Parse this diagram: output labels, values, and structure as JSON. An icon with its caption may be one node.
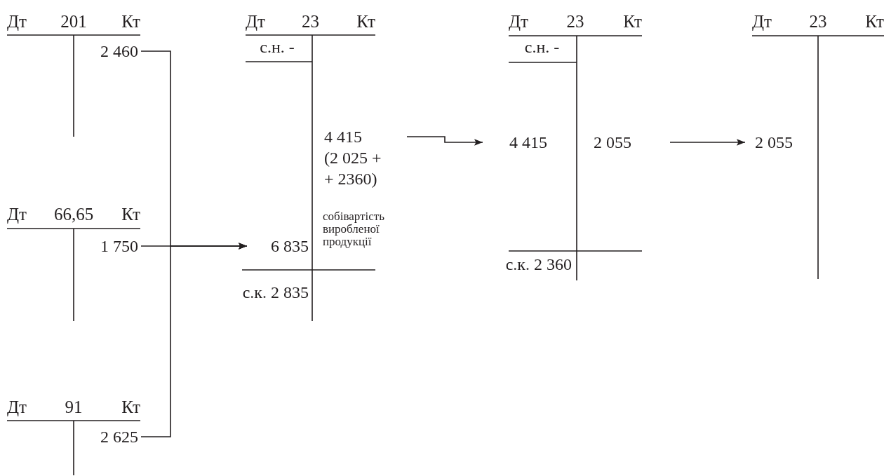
{
  "diagram": {
    "nodes": [
      {
        "text": [
          "Дт",
          "201",
          "Кт"
        ]
      },
      {
        "text": [
          "2 460"
        ],
        "in": 0
      },
      {
        "text": [
          "Дт",
          "66,65",
          "Кт"
        ]
      },
      {
        "text": [
          "1 750"
        ],
        "in": 2
      },
      {
        "text": [
          "Дт",
          "91",
          "Кт"
        ]
      },
      {
        "text": [
          "2 625"
        ],
        "in": 4
      },
      {
        "text": [
          "Дт",
          "23",
          "Кт"
        ]
      },
      {
        "text": [
          "6 835"
        ],
        "in": 6
      },
      {
        "text": [
          "4 415",
          "(2 025 + + 2360)"
        ],
        "beside": [
          "собівартість виробленої продукції"
        ],
        "in": 6
      },
      {
        "text": [
          "Дт",
          "23",
          "Кт"
        ]
      },
      {
        "text": [
          "4 415"
        ],
        "in": 9
      },
      {
        "text": [
          "2 055"
        ],
        "in": 9
      },
      {
        "text": [
          "Дт",
          "23",
          "Кт"
        ]
      },
      {
        "text": [
          "2 055"
        ],
        "in": 12
      }
    ],
    "edges": [
      {
        "from": 1,
        "to": 7,
        "arrow": "to"
      },
      {
        "from": 3,
        "to": 7,
        "arrow": "to"
      },
      {
        "from": 5,
        "to": 7,
        "arrow": "to"
      },
      {
        "from": 8,
        "to": 10,
        "arrow": "to"
      },
      {
        "from": 11,
        "to": 13,
        "arrow": "to"
      }
    ],
    "labels": [
      "с.н. -",
      "с.к. 2 835",
      "с.н. -",
      "с.к. 2 360"
    ]
  }
}
